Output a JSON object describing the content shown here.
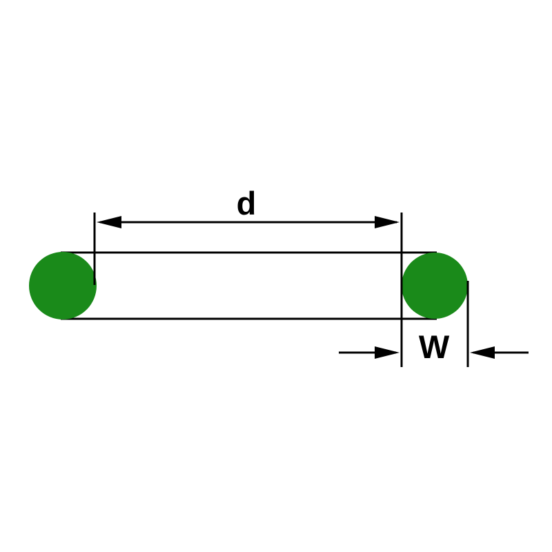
{
  "diagram": {
    "name": "o-ring-dimension-diagram",
    "description": "Side-profile schematic of an O-ring showing inner diameter and cross-section width dimensions",
    "labels": {
      "inner_diameter": "d",
      "cross_section_width": "W"
    },
    "colors": {
      "ring_fill": "#1a8a1a",
      "line": "#000000",
      "label": "#000000",
      "background": "#ffffff"
    }
  }
}
